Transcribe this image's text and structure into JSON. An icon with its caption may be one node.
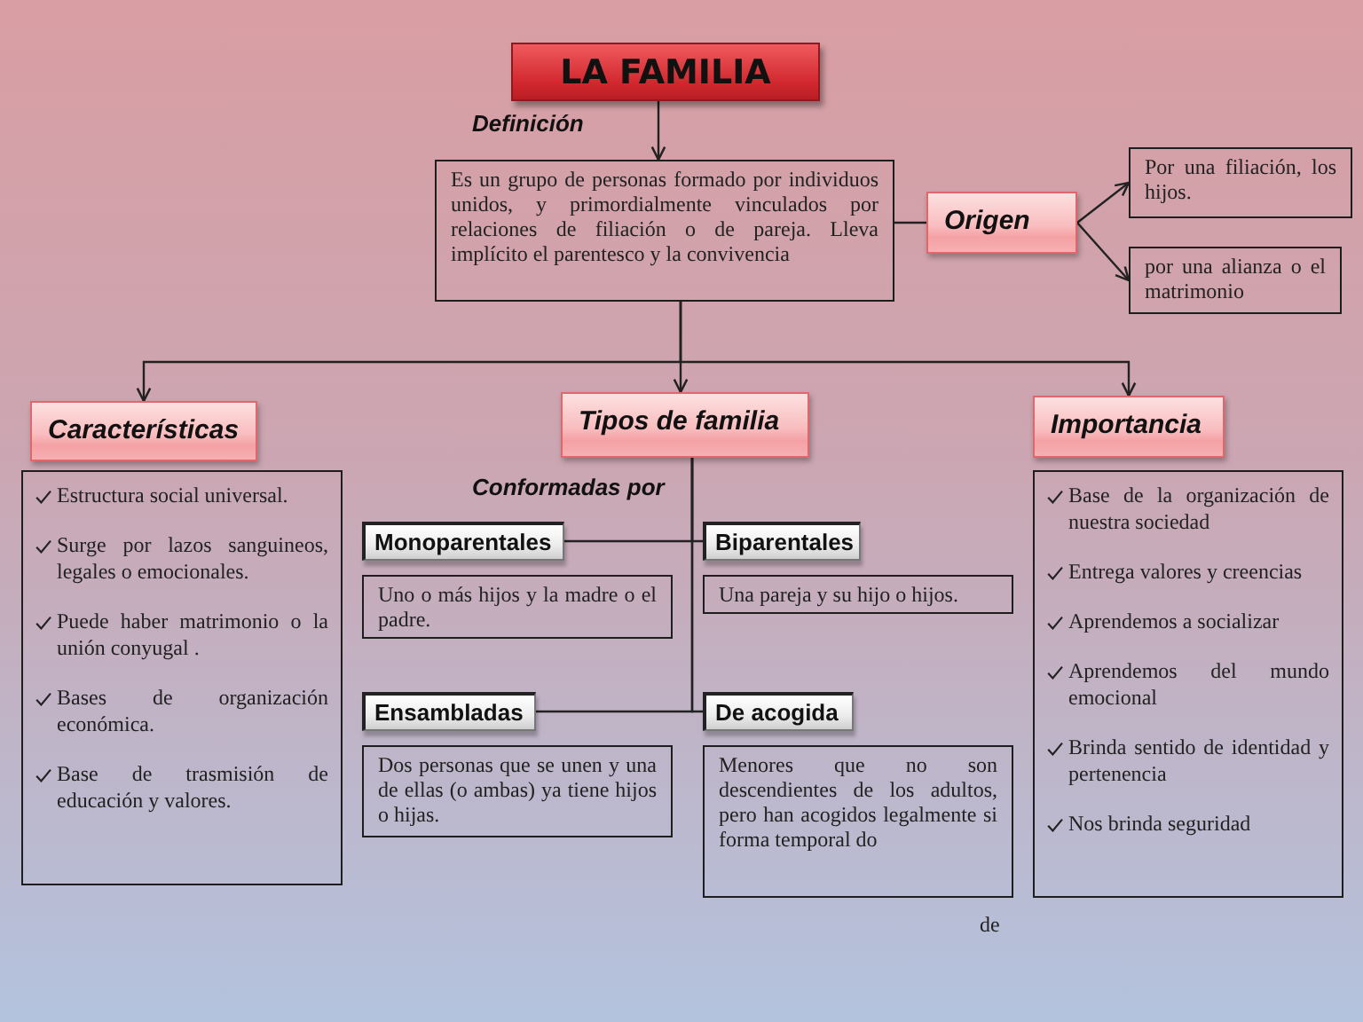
{
  "diagram": {
    "nodes": [
      {
        "text": [
          "LA FAMILIA"
        ]
      },
      {
        "text": [
          "Es un grupo de personas formado por individuos unidos, y primordialmente vinculados por relaciones de filiación o de pareja. Lleva implícito el parentesco y la convivencia"
        ]
      },
      {
        "text": [
          "Origen"
        ]
      },
      {
        "text": [
          "Por una filiación, los hijos."
        ]
      },
      {
        "text": [
          "por una alianza o el matrimonio"
        ]
      },
      {
        "text": [
          "Características"
        ]
      },
      {
        "text": [
          "Estructura social universal.",
          "Surge por lazos sanguineos, legales o emocionales.",
          "Puede haber matrimonio o la unión conyugal .",
          "Bases de organización económica.",
          "Base de trasmisión de educación y valores."
        ]
      },
      {
        "text": [
          "Tipos de familia"
        ]
      },
      {
        "text": [
          "Monoparentales"
        ]
      },
      {
        "text": [
          "Uno o más hijos y la madre o el padre."
        ]
      },
      {
        "text": [
          "Biparentales"
        ]
      },
      {
        "text": [
          "Una pareja y su hijo o hijos."
        ]
      },
      {
        "text": [
          "Ensambladas"
        ]
      },
      {
        "text": [
          "Dos personas que se unen y una de ellas (o ambas) ya tiene hijos o hijas."
        ]
      },
      {
        "text": [
          "De acogida"
        ]
      },
      {
        "text": [
          "Menores que no son descendientes de los adultos, pero han acogidos legalmente si forma temporal do"
        ],
        "beside": [
          "de"
        ]
      },
      {
        "text": [
          "Importancia"
        ]
      },
      {
        "text": [
          "Base de la organización de nuestra sociedad",
          "Entrega valores y creencias",
          "Aprendemos a socializar",
          "Aprendemos del mundo emocional",
          "Brinda sentido de identidad y pertenencia",
          "Nos brinda seguridad"
        ]
      }
    ],
    "edges": [
      {
        "from": 0,
        "to": 1,
        "arrow": "to",
        "label": "Definición"
      },
      {
        "from": 1,
        "to": 2,
        "arrow": "none"
      },
      {
        "from": 2,
        "to": 3,
        "arrow": "to"
      },
      {
        "from": 2,
        "to": 4,
        "arrow": "to"
      },
      {
        "from": 1,
        "to": 5,
        "arrow": "to"
      },
      {
        "from": 1,
        "to": 7,
        "arrow": "to"
      },
      {
        "from": 1,
        "to": 16,
        "arrow": "to"
      },
      {
        "from": 7,
        "to": 8,
        "arrow": "none",
        "label": "Conformadas por"
      },
      {
        "from": 7,
        "to": 10,
        "arrow": "none"
      },
      {
        "from": 7,
        "to": 12,
        "arrow": "none"
      },
      {
        "from": 7,
        "to": 14,
        "arrow": "none"
      }
    ]
  }
}
